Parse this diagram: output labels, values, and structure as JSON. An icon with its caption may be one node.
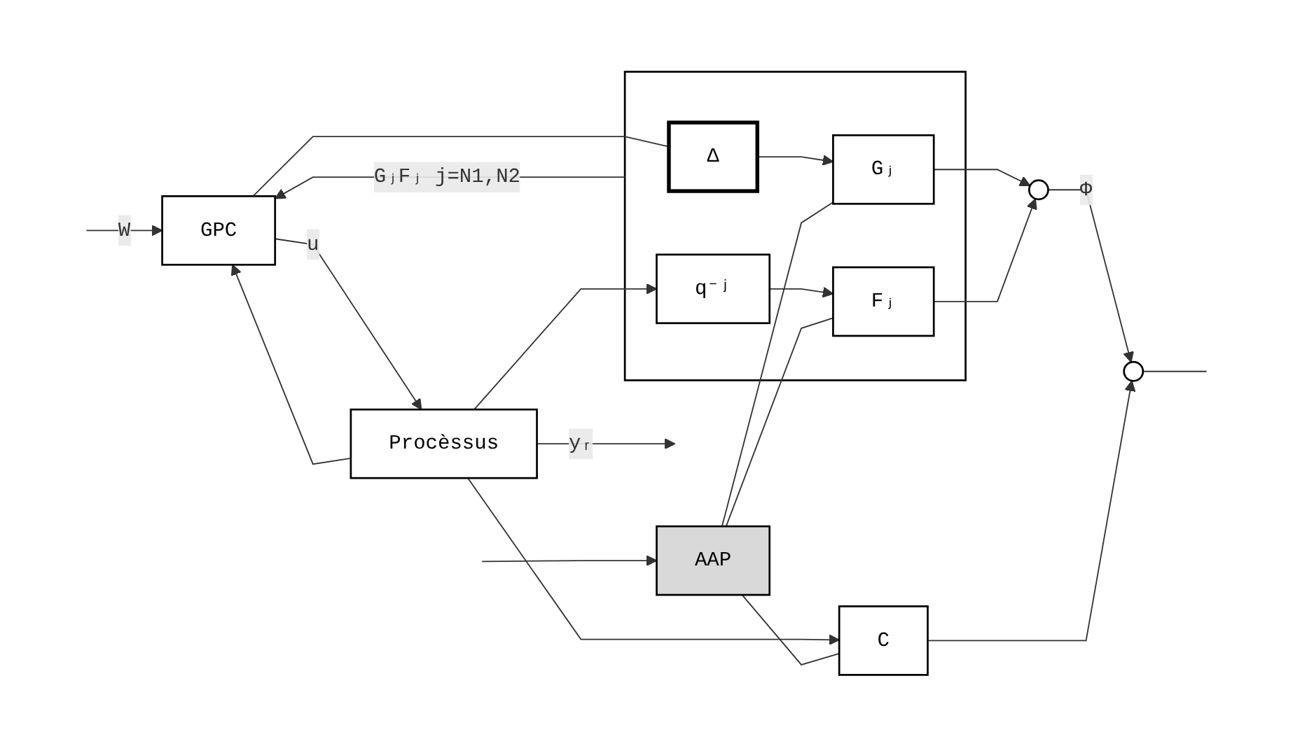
{
  "diagram": {
    "nodes": [
      {
        "text": [
          "GPC"
        ]
      },
      {
        "text": [
          "Procèssus"
        ]
      },
      {
        "text": [],
        "shape": "box"
      },
      {
        "text": [
          "Δ"
        ],
        "in": 2
      },
      {
        "text": [
          "Gⱼ"
        ],
        "in": 2
      },
      {
        "text": [
          "q⁻ʲ"
        ],
        "in": 2
      },
      {
        "text": [
          "Fⱼ"
        ],
        "in": 2
      },
      {
        "text": [],
        "shape": "circle"
      },
      {
        "text": [
          "C"
        ]
      },
      {
        "text": [],
        "shape": "circle"
      },
      {
        "text": [
          "AAP"
        ]
      }
    ],
    "edges": [
      {
        "from": null,
        "to": 0,
        "arrow": "to",
        "label": "W"
      },
      {
        "from": 0,
        "to": 1,
        "arrow": "to",
        "label": "u"
      },
      {
        "from": 1,
        "to": null,
        "arrow": "to",
        "label": "yᵣ"
      },
      {
        "from": 1,
        "to": 0,
        "arrow": "to"
      },
      {
        "from": 1,
        "to": 8,
        "arrow": "to"
      },
      {
        "from": 0,
        "to": 3,
        "arrow": "none"
      },
      {
        "from": 1,
        "to": 5,
        "arrow": "to"
      },
      {
        "from": 2,
        "to": 0,
        "arrow": "to",
        "label": "GⱼFⱼ j=N1,N2"
      },
      {
        "from": 3,
        "to": 4,
        "arrow": "to"
      },
      {
        "from": 5,
        "to": 6,
        "arrow": "to"
      },
      {
        "from": 4,
        "to": 7,
        "arrow": "to"
      },
      {
        "from": 6,
        "to": 7,
        "arrow": "to"
      },
      {
        "from": 7,
        "to": 9,
        "arrow": "to",
        "label": "Φ"
      },
      {
        "from": 8,
        "to": 9,
        "arrow": "to"
      },
      {
        "from": 9,
        "to": null,
        "arrow": "none"
      },
      {
        "from": null,
        "to": 10,
        "arrow": "to"
      },
      {
        "from": 10,
        "to": 4,
        "arrow": "none"
      },
      {
        "from": 10,
        "to": 6,
        "arrow": "none"
      },
      {
        "from": 10,
        "to": 8,
        "arrow": "none"
      }
    ]
  }
}
